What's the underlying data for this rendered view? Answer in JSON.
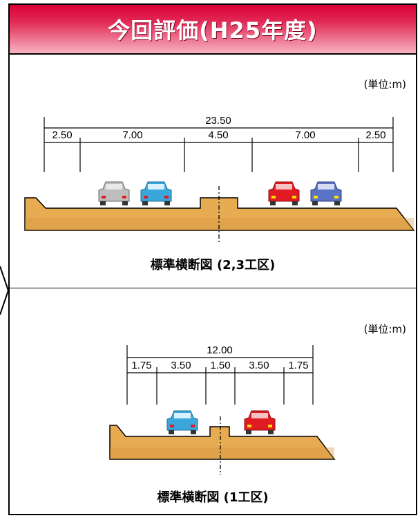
{
  "header": {
    "title": "今回評価(H25年度)"
  },
  "colors": {
    "header": "#e0103f",
    "ground": "#e7ac52",
    "ground_shadow": "#d49238",
    "car_gray": "#bdbdbd",
    "car_cyan": "#3aa6dc",
    "car_red": "#e11b22",
    "car_blue": "#5a72c4"
  },
  "panel_top": {
    "unit": "(単位:m)",
    "total": "23.50",
    "segments": [
      "2.50",
      "7.00",
      "4.50",
      "7.00",
      "2.50"
    ],
    "caption": "標準横断図 (2,3工区)",
    "cars": [
      "car-gray",
      "car-cyan",
      "car-red",
      "car-blue"
    ]
  },
  "panel_bottom": {
    "unit": "(単位:m)",
    "total": "12.00",
    "segments": [
      "1.75",
      "3.50",
      "1.50",
      "3.50",
      "1.75"
    ],
    "caption": "標準横断図 (1工区)",
    "cars": [
      "car-cyan",
      "car-red"
    ]
  }
}
